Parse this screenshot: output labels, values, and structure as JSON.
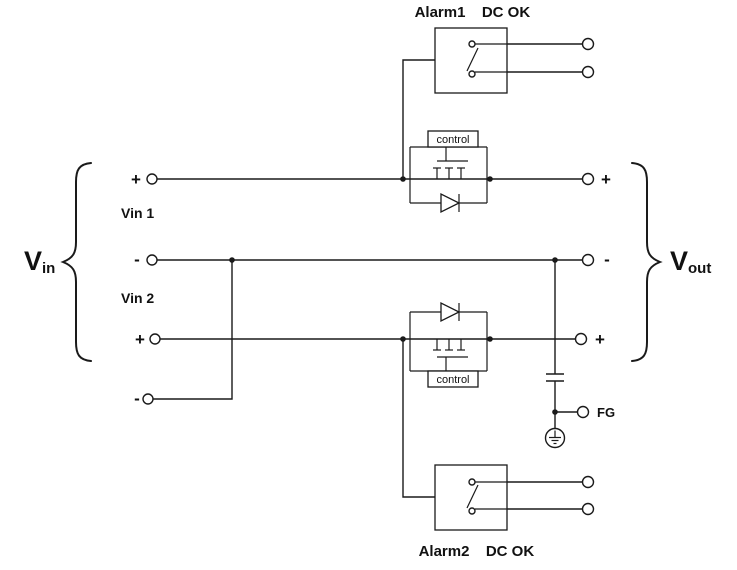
{
  "diagram": {
    "type": "circuit-schematic",
    "description": "Dual-input redundancy module wiring diagram with two ORing MOSFET stages, alarm relay contacts and FG capacitor",
    "line_color": "#1a1a1a",
    "background": "#ffffff"
  },
  "labels": {
    "alarm1": "Alarm1",
    "alarm1_status": "DC OK",
    "alarm2": "Alarm2",
    "alarm2_status": "DC OK",
    "control_top": "control",
    "control_bottom": "control",
    "vin_letter": "V",
    "vin_sub": "in",
    "vout_letter": "V",
    "vout_sub": "out",
    "input1_name": "Vin 1",
    "input2_name": "Vin 2",
    "fg": "FG",
    "input1_plus": "+",
    "input1_minus": "-",
    "input2_plus": "+",
    "input2_minus": "-",
    "output_plus_top": "+",
    "output_minus": "-",
    "output_plus_bottom": "+"
  }
}
